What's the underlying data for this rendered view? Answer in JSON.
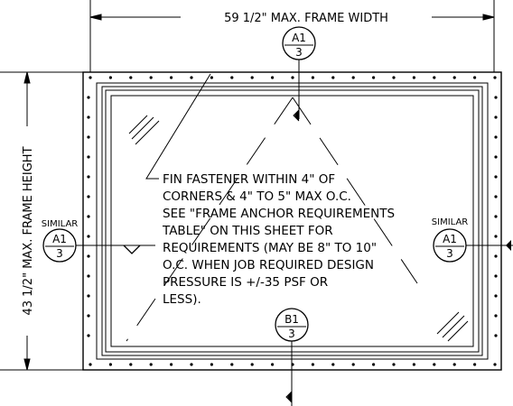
{
  "dimensions": {
    "width": "59 1/2\" MAX. FRAME WIDTH",
    "height": "43 1/2\" MAX. FRAME HEIGHT"
  },
  "callouts": {
    "top": {
      "detail": "A1",
      "sheet": "3"
    },
    "left": {
      "detail": "A1",
      "sheet": "3",
      "label": "SIMILAR"
    },
    "right": {
      "detail": "A1",
      "sheet": "3",
      "label": "SIMILAR"
    },
    "bottom": {
      "detail": "B1",
      "sheet": "3"
    }
  },
  "note": {
    "lines": [
      "FIN FASTENER WITHIN 4\" OF",
      "CORNERS & 4\" TO 5\" MAX O.C.",
      "SEE \"FRAME ANCHOR REQUIREMENTS",
      "TABLE\" ON THIS SHEET FOR",
      "REQUIREMENTS (MAY BE 8\" TO 10\"",
      "O.C. WHEN JOB REQUIRED DESIGN",
      "PRESSURE IS +/-35 PSF OR",
      "LESS)."
    ]
  }
}
